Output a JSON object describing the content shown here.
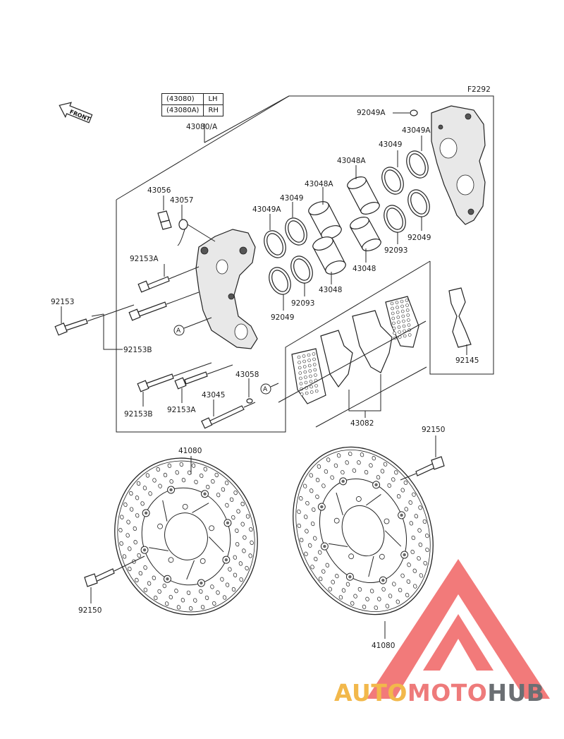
{
  "figure_code": "F2292",
  "front_label": "FRONT",
  "caliper_table": {
    "rows": [
      {
        "part": "(43080)",
        "side": "LH"
      },
      {
        "part": "(43080A)",
        "side": "RH"
      }
    ]
  },
  "ref_marker": "A",
  "labels": {
    "assy": "43080/A",
    "seal_a_top": "92049A",
    "seal_b_top": "43049A",
    "ring_43049_top": "43049",
    "piston_43048a_top": "43048A",
    "piston_43048a_mid": "43048A",
    "ring_43049_left": "43049",
    "ring_43049a_left": "43049A",
    "bleeder_43056": "43056",
    "cap_43057": "43057",
    "bolt_92153a_top": "92153A",
    "bolt_92153": "92153",
    "bolt_92153b_mid": "92153B",
    "ring_92093_mid": "92093",
    "ring_92049_right": "92049",
    "piston_43048_bottom": "43048",
    "piston_43048_left": "43048",
    "ring_92093_left": "92093",
    "ring_92049_left": "92049",
    "spring_92145": "92145",
    "pin_43058": "43058",
    "pin_43045": "43045",
    "bolt_92153b_bottom": "92153B",
    "bolt_92153a_bottom": "92153A",
    "pad_43082": "43082",
    "bolt_92150_right": "92150",
    "disc_41080_left": "41080",
    "bolt_92150_left": "92150",
    "disc_41080_right": "41080"
  },
  "watermark": {
    "part1": "AUTO",
    "part2": "MOTO",
    "part3": "HUB",
    "colors": {
      "auto": "#f2b84b",
      "moto": "#ee7b7b",
      "hub": "#6b6f73",
      "triangle": "#ef5a5a"
    }
  }
}
